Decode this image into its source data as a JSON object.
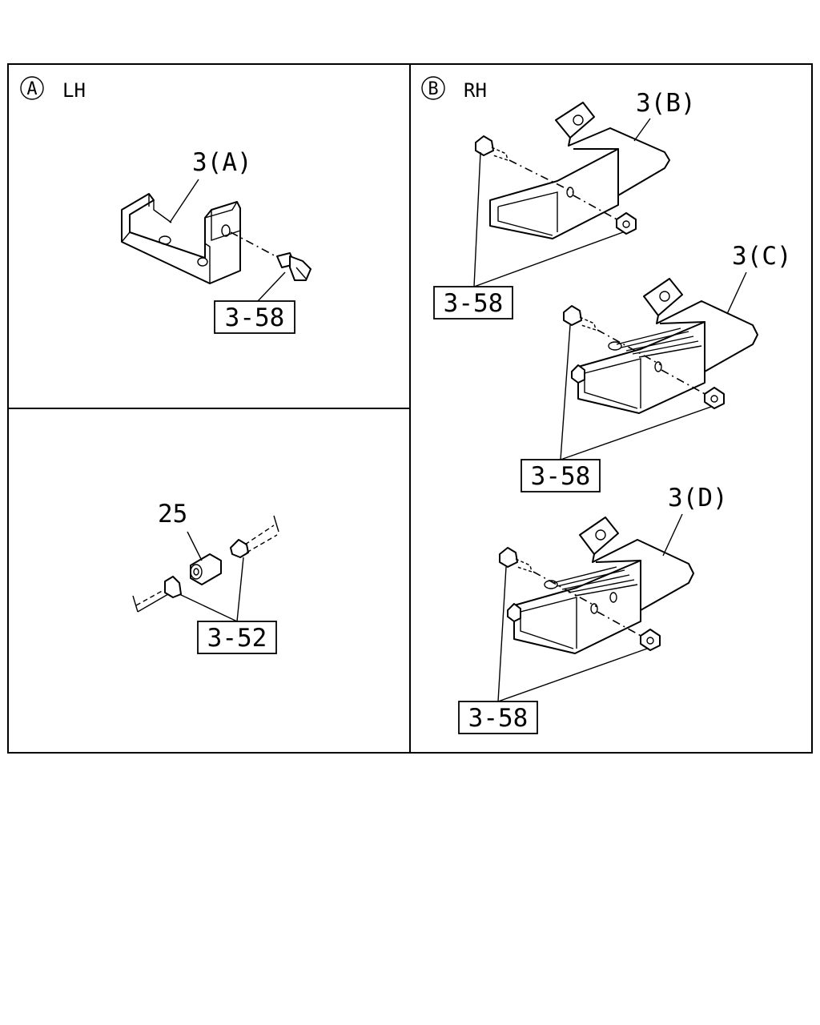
{
  "panel_a": {
    "marker": "A",
    "title": "LH",
    "part_label": "3(A)",
    "ref_box": "3-58"
  },
  "panel_lower_left": {
    "part_label": "25",
    "ref_box": "3-52"
  },
  "panel_b": {
    "marker": "B",
    "title": "RH",
    "bracket_b": {
      "part_label": "3(B)",
      "ref_box": "3-58"
    },
    "bracket_c": {
      "part_label": "3(C)",
      "ref_box": "3-58"
    },
    "bracket_d": {
      "part_label": "3(D)",
      "ref_box": "3-58"
    }
  },
  "icons": [
    "circled-letter-a",
    "circled-letter-b",
    "bracket",
    "flange-bolt",
    "flange-nut",
    "spacer-collar",
    "stud-bolt"
  ]
}
